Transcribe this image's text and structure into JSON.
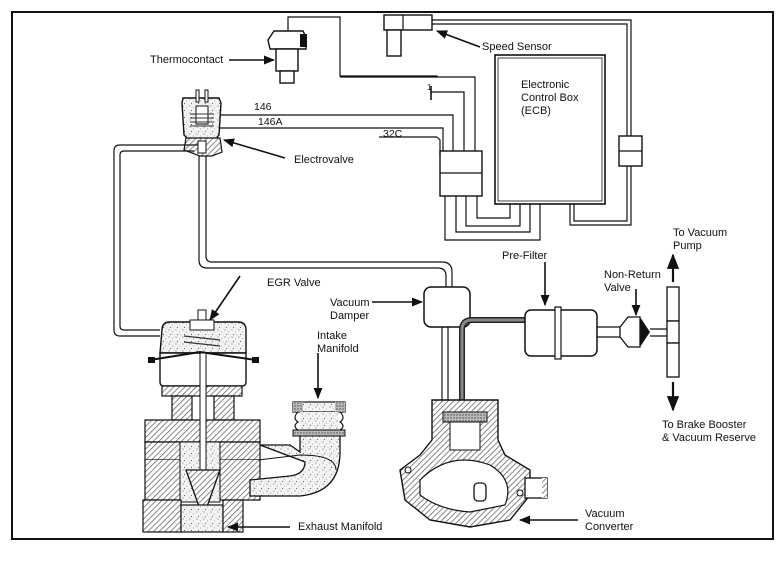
{
  "diagram": {
    "title": "EGR vacuum control system",
    "colors": {
      "line": "#111111",
      "background": "#ffffff",
      "stipple": "#9a9a9a",
      "hatch": "#555555",
      "dark": "#222222"
    },
    "components": {
      "thermocontact": "Thermocontact",
      "speed_sensor": "Speed Sensor",
      "ecb": [
        "Electronic",
        "Control Box",
        "(ECB)"
      ],
      "electrovalve": "Electrovalve",
      "egr_valve": "EGR Valve",
      "vacuum_damper": [
        "Vacuum",
        "Damper"
      ],
      "intake_manifold": [
        "Intake",
        "Manifold"
      ],
      "exhaust_manifold": "Exhaust Manifold",
      "pre_filter": "Pre-Filter",
      "non_return_valve": [
        "Non-Return",
        "Valve"
      ],
      "to_vacuum_pump": [
        "To Vacuum",
        "Pump"
      ],
      "to_brake_booster": [
        "To Brake Booster",
        "& Vacuum Reserve"
      ],
      "vacuum_converter": [
        "Vacuum",
        "Converter"
      ]
    },
    "wires": {
      "w146": "146",
      "w146a": "146A",
      "w32c": "32C",
      "w1": "1"
    }
  }
}
